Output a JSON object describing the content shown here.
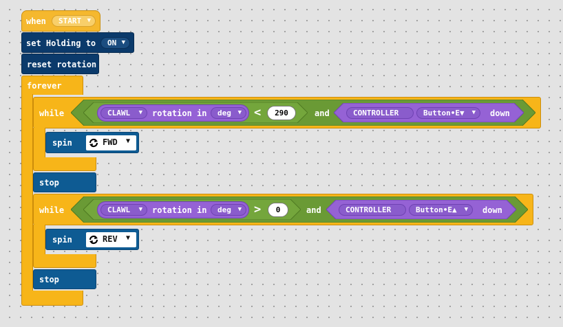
{
  "when_block": {
    "label": "when",
    "event": "START"
  },
  "set_block": {
    "label": "set Holding to",
    "value": "ON"
  },
  "reset_block": {
    "label": "reset rotation"
  },
  "forever_block": {
    "label": "forever"
  },
  "loop1": {
    "while_label": "while",
    "motor": "CLAWL",
    "rotation_label": "rotation in",
    "unit": "deg",
    "operator": "<",
    "value": "290",
    "and_label": "and",
    "controller": "CONTROLLER",
    "button": "Button•E▼",
    "down_label": "down"
  },
  "spin1": {
    "label": "spin",
    "direction": "FWD"
  },
  "stop1": {
    "label": "stop"
  },
  "loop2": {
    "while_label": "while",
    "motor": "CLAWL",
    "rotation_label": "rotation in",
    "unit": "deg",
    "operator": ">",
    "value": "0",
    "and_label": "and",
    "controller": "CONTROLLER",
    "button": "Button•E▲",
    "down_label": "down"
  },
  "spin2": {
    "label": "spin",
    "direction": "REV"
  },
  "stop2": {
    "label": "stop"
  },
  "colors": {
    "event": "#f5b82e",
    "control": "#f7b519",
    "variable": "#0b3a6b",
    "motion": "#0e5b93",
    "operator": "#6a9a35",
    "sensor": "#9562d5"
  },
  "icons": {
    "dropdown": "chevron-down-icon",
    "rotate": "rotate-icon"
  }
}
